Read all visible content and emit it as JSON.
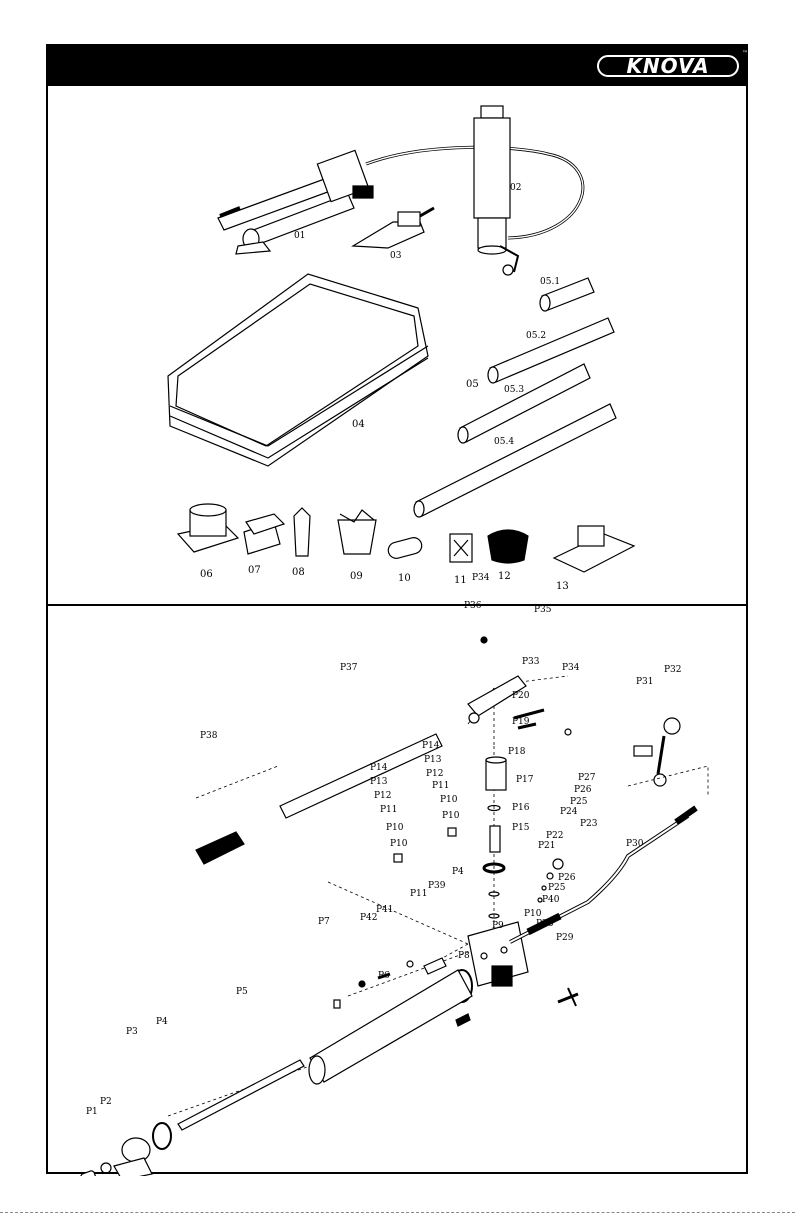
{
  "brand": {
    "name": "KNOVA",
    "tm": "™"
  },
  "top_labels": {
    "l01": "01",
    "l02": "02",
    "l03": "03",
    "l04": "04",
    "l05": "05",
    "l051": "05.1",
    "l052": "05.2",
    "l053": "05.3",
    "l054": "05.4",
    "l06": "06",
    "l07": "07",
    "l08": "08",
    "l09": "09",
    "l10": "10",
    "l11": "11",
    "l12": "12",
    "l13": "13"
  },
  "parts": {
    "P1": "P1",
    "P2": "P2",
    "P3": "P3",
    "P4a": "P4",
    "P4b": "P4",
    "P5": "P5",
    "P6": "P6",
    "P7": "P7",
    "P8": "P8",
    "P9": "P9",
    "P10a": "P10",
    "P10b": "P10",
    "P10c": "P10",
    "P10d": "P10",
    "P10e": "P10",
    "P11a": "P11",
    "P11b": "P11",
    "P11c": "P11",
    "P12a": "P12",
    "P12b": "P12",
    "P13a": "P13",
    "P13b": "P13",
    "P14a": "P14",
    "P14b": "P14",
    "P15": "P15",
    "P16": "P16",
    "P17": "P17",
    "P18": "P18",
    "P19": "P19",
    "P20": "P20",
    "P21": "P21",
    "P22": "P22",
    "P23": "P23",
    "P24": "P24",
    "P25a": "P25",
    "P25b": "P25",
    "P26a": "P26",
    "P26b": "P26",
    "P27": "P27",
    "P28": "P28",
    "P29": "P29",
    "P30": "P30",
    "P31": "P31",
    "P32": "P32",
    "P33": "P33",
    "P34a": "P34",
    "P34b": "P34",
    "P35": "P35",
    "P36": "P36",
    "P37": "P37",
    "P38": "P38",
    "P39": "P39",
    "P40": "P40",
    "P41": "P41",
    "P42": "P42"
  }
}
